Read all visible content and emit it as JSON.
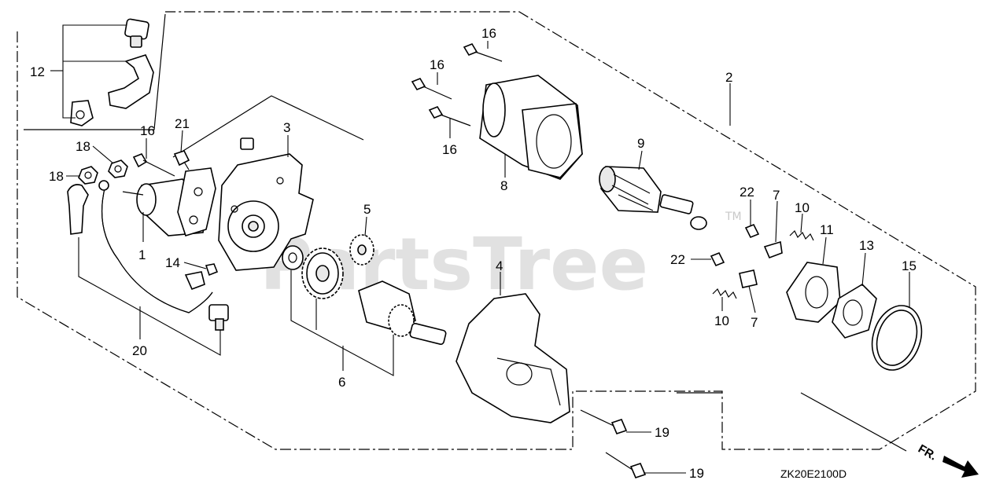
{
  "diagram_code": "ZK20E2100D",
  "watermark": "PartsTree",
  "watermark_tm": "TM",
  "front_indicator": "FR.",
  "callouts": {
    "c1": "1",
    "c2": "2",
    "c3": "3",
    "c4": "4",
    "c5": "5",
    "c6": "6",
    "c7a": "7",
    "c7b": "7",
    "c8": "8",
    "c9": "9",
    "c10a": "10",
    "c10b": "10",
    "c11": "11",
    "c12": "12",
    "c13": "13",
    "c14": "14",
    "c15": "15",
    "c16a": "16",
    "c16b": "16",
    "c16c": "16",
    "c16d": "16",
    "c18a": "18",
    "c18b": "18",
    "c19a": "19",
    "c19b": "19",
    "c20": "20",
    "c21": "21",
    "c22a": "22",
    "c22b": "22"
  }
}
